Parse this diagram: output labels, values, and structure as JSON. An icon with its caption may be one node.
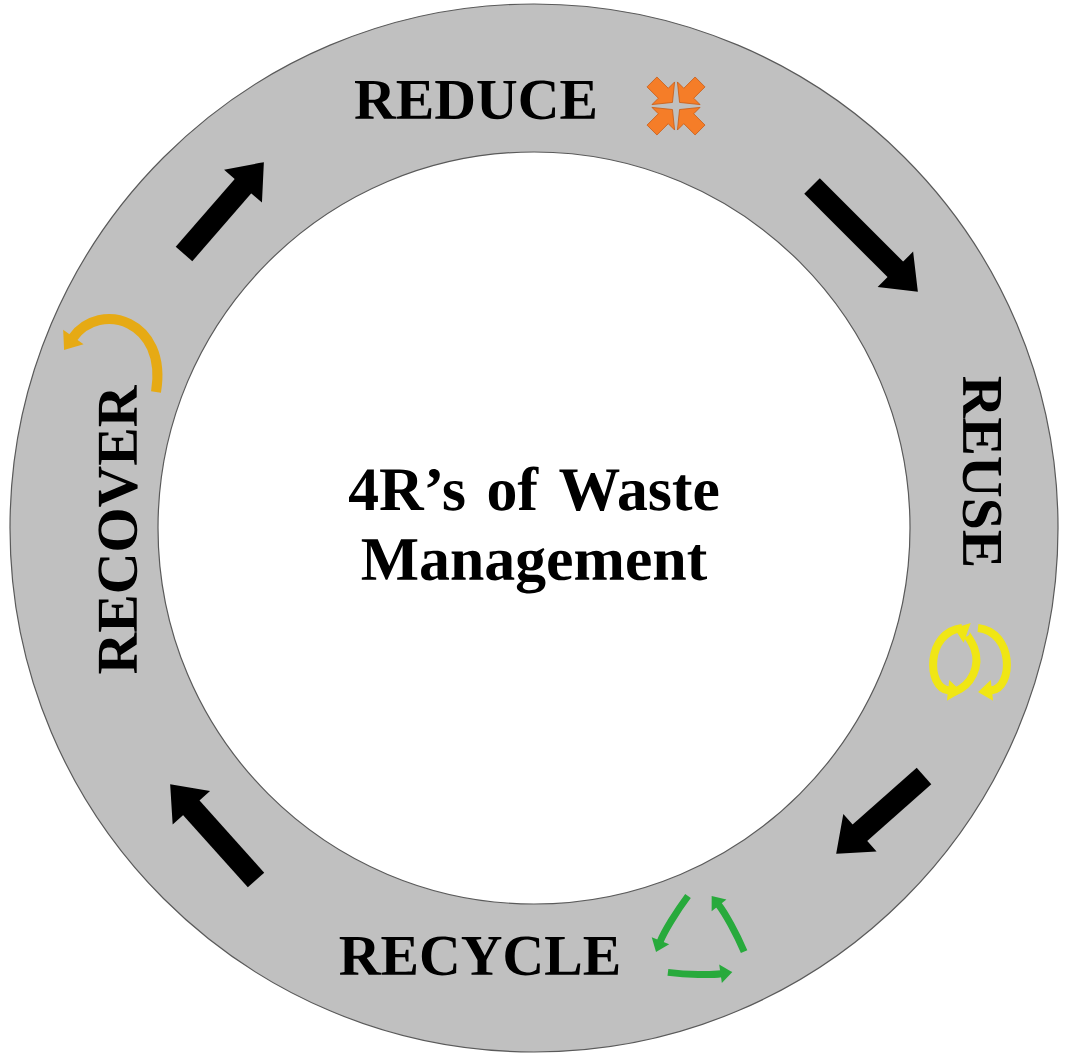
{
  "diagram": {
    "title": "4R’s of Waste Management",
    "nodes": [
      {
        "text": [
          "REDUCE"
        ]
      },
      {
        "text": [
          "REUSE"
        ]
      },
      {
        "text": [
          "RECYCLE"
        ]
      },
      {
        "text": [
          "RECOVER"
        ]
      }
    ],
    "edges": [
      {
        "from": 3,
        "to": 0,
        "arrow": "to"
      },
      {
        "from": 0,
        "to": 1,
        "arrow": "to"
      },
      {
        "from": 1,
        "to": 2,
        "arrow": "to"
      },
      {
        "from": 2,
        "to": 3,
        "arrow": "to"
      }
    ]
  }
}
